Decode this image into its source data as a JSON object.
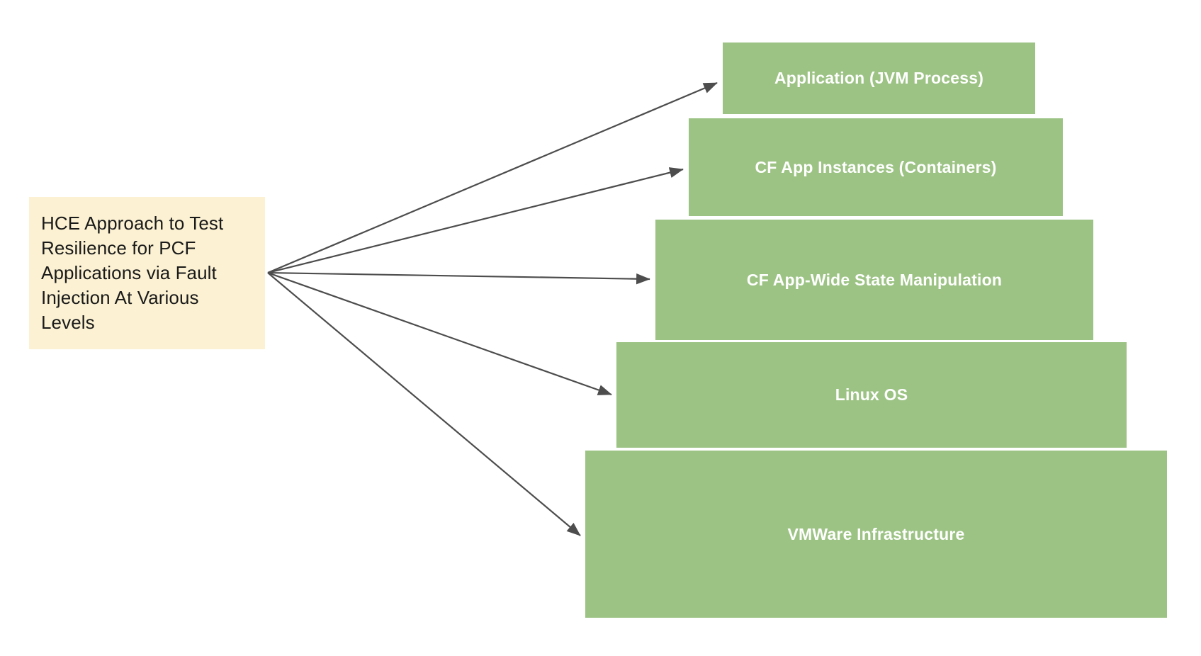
{
  "diagram": {
    "title": "HCE Approach to Test Resilience for PCF Applications via Fault Injection At Various Levels",
    "source": {
      "label": "HCE Approach to Test Resilience for PCF Applications via Fault Injection At Various Levels",
      "fill_color": "#FCF2D3",
      "text_color": "#1a1a1a"
    },
    "layers": [
      {
        "id": "application-jvm-process",
        "label": "Application (JVM Process)",
        "fill_color": "#9CC384",
        "text_color": "#FFFFFF"
      },
      {
        "id": "cf-app-instances-containers",
        "label": "CF App Instances (Containers)",
        "fill_color": "#9CC384",
        "text_color": "#FFFFFF"
      },
      {
        "id": "cf-app-wide-state-manipulation",
        "label": "CF App-Wide State Manipulation",
        "fill_color": "#9CC384",
        "text_color": "#FFFFFF"
      },
      {
        "id": "linux-os",
        "label": "Linux OS",
        "fill_color": "#9CC384",
        "text_color": "#FFFFFF"
      },
      {
        "id": "vmware-infrastructure",
        "label": "VMWare Infrastructure",
        "fill_color": "#9CC384",
        "text_color": "#FFFFFF"
      }
    ],
    "connector_color": "#4D4D4D"
  }
}
